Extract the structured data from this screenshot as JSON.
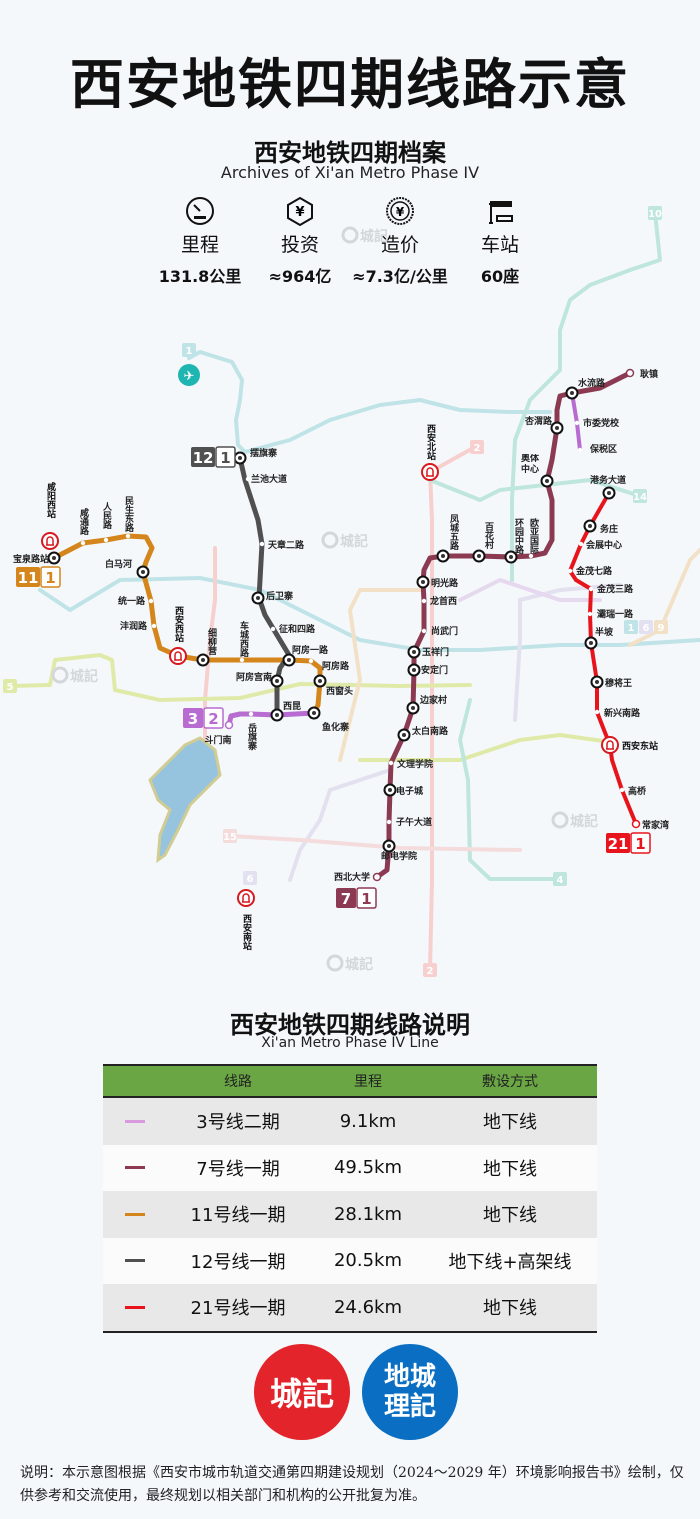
{
  "title": "西安地铁四期线路示意",
  "archive": {
    "title": "西安地铁四期档案",
    "subtitle": "Archives of Xi'an Metro Phase IV",
    "stats": [
      {
        "icon": "speedometer-icon",
        "label": "里程",
        "value": "131.8公里"
      },
      {
        "icon": "yuan-hexagon-icon",
        "label": "投资",
        "value": "≈964亿"
      },
      {
        "icon": "yuan-coin-icon",
        "label": "造价",
        "value": "≈7.3亿/公里"
      },
      {
        "icon": "bus-stop-icon",
        "label": "车站",
        "value": "60座"
      }
    ]
  },
  "map": {
    "watermark": "城記",
    "lines": [
      {
        "id": "11",
        "phase": "1",
        "color": "#d4861c",
        "stations": [
          "宝泉路站",
          "咸通路",
          "人民路",
          "民生东路",
          "白马河",
          "统一路",
          "沣润路",
          "细柳营",
          "车城西路",
          "阿房一路",
          "阿房路",
          "西窗头",
          "鱼化寨"
        ]
      },
      {
        "id": "12",
        "phase": "1",
        "color": "#505050",
        "stations": [
          "摆旗寨",
          "兰池大道",
          "天章二路",
          "后卫寨",
          "征和四路",
          "阿房宫南",
          "西昆"
        ]
      },
      {
        "id": "3",
        "phase": "2",
        "color": "#b86bd0",
        "stations": [
          "斗门南",
          "岳旗寨",
          "市委党校",
          "保税区"
        ]
      },
      {
        "id": "7",
        "phase": "1",
        "color": "#8b3a52",
        "stations": [
          "耿镇",
          "水流路",
          "杏渭路",
          "奥体中心",
          "欧亚国际",
          "环园中路",
          "百花村",
          "凤城五路",
          "明光路",
          "龙首西",
          "尚武门",
          "玉祥门",
          "安定门",
          "边家村",
          "太白南路",
          "文理学院",
          "电子城",
          "子午大道",
          "邮电学院",
          "西北大学"
        ]
      },
      {
        "id": "21",
        "phase": "1",
        "color": "#e8141c",
        "stations": [
          "港务大道",
          "务庄",
          "会展中心",
          "金茂七路",
          "金茂三路",
          "灞瑞一路",
          "半坡",
          "穆将王",
          "新兴南路",
          "高桥",
          "常家湾"
        ]
      }
    ],
    "railway_stations": [
      "咸阳西站",
      "西安西站",
      "西安北站",
      "西安南站",
      "西安东站"
    ],
    "background_line_labels": [
      "1",
      "2",
      "5",
      "6",
      "10",
      "14",
      "15",
      "4",
      "1",
      "6",
      "9",
      "2"
    ],
    "airport_icon": "airplane-icon"
  },
  "lines_table": {
    "title": "西安地铁四期线路说明",
    "subtitle": "Xi'an Metro Phase IV Line",
    "headers": [
      "线路",
      "里程",
      "敷设方式"
    ],
    "rows": [
      {
        "color": "#d89be0",
        "name": "3号线二期",
        "length": "9.1km",
        "type": "地下线"
      },
      {
        "color": "#8b3a52",
        "name": "7号线一期",
        "length": "49.5km",
        "type": "地下线"
      },
      {
        "color": "#d4861c",
        "name": "11号线一期",
        "length": "28.1km",
        "type": "地下线"
      },
      {
        "color": "#505050",
        "name": "12号线一期",
        "length": "20.5km",
        "type": "地下线+高架线"
      },
      {
        "color": "#e8141c",
        "name": "21号线一期",
        "length": "24.6km",
        "type": "地下线"
      }
    ]
  },
  "logos": {
    "red": "城記",
    "blue_line1": "地城",
    "blue_line2": "理記"
  },
  "note": "说明：本示意图根据《西安市城市轨道交通第四期建设规划（2024～2029 年）环境影响报告书》绘制，仅供参考和交流使用，最终规划以相关部门和机构的公开批复为准。"
}
